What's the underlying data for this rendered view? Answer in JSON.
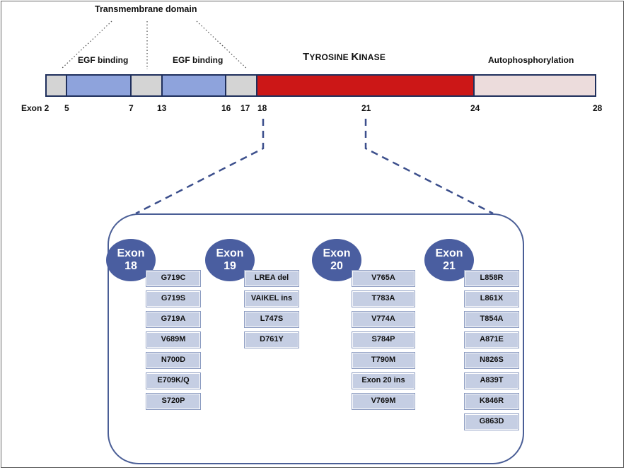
{
  "diagram": {
    "transmembrane_label": "Transmembrane domain",
    "domains": {
      "egf1": "EGF binding",
      "egf2": "EGF binding",
      "tk_first": "T",
      "tk_rest1": "YROSINE ",
      "tk_k": "K",
      "tk_rest2": "INASE",
      "auto": "Autophosphorylation"
    },
    "exon_numbers": [
      "Exon 2",
      "5",
      "7",
      "13",
      "16",
      "17",
      "18",
      "21",
      "24",
      "28"
    ],
    "colors": {
      "grey": "#d4d4d4",
      "egf": "#8ea3dc",
      "kinase": "#cc1717",
      "auto": "#ecdcdc",
      "circle": "#4a5ea0",
      "mutation_box": "#c5cee3"
    }
  },
  "exon_panels": [
    {
      "line1": "Exon",
      "line2": "18",
      "mutations": [
        "G719C",
        "G719S",
        "G719A",
        "V689M",
        "N700D",
        "E709K/Q",
        "S720P"
      ]
    },
    {
      "line1": "Exon",
      "line2": "19",
      "mutations": [
        "LREA del",
        "VAIKEL ins",
        "L747S",
        "D761Y"
      ]
    },
    {
      "line1": "Exon",
      "line2": "20",
      "mutations": [
        "V765A",
        "T783A",
        "V774A",
        "S784P",
        "T790M",
        "Exon 20 ins",
        "V769M"
      ]
    },
    {
      "line1": "Exon",
      "line2": "21",
      "mutations": [
        "L858R",
        "L861X",
        "T854A",
        "A871E",
        "N826S",
        "A839T",
        "K846R",
        "G863D"
      ]
    }
  ]
}
